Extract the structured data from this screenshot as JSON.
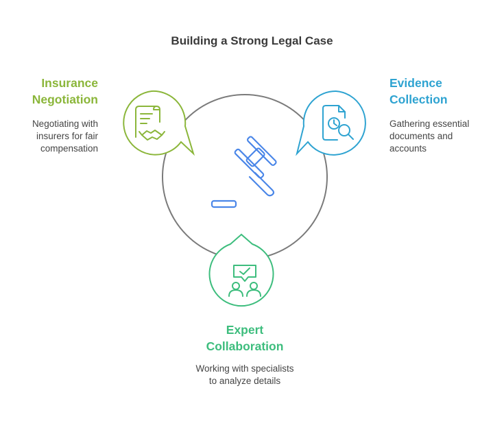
{
  "title": "Building a Strong Legal Case",
  "colors": {
    "insurance": "#8bb63a",
    "evidence": "#2ea3d1",
    "expert": "#3dbd7d",
    "gavel": "#4a86e8",
    "circle": "#7a7a7a",
    "text": "#444444"
  },
  "items": [
    {
      "title_line1": "Insurance",
      "title_line2": "Negotiation",
      "desc_line1": "Negotiating with",
      "desc_line2": "insurers for fair",
      "desc_line3": "compensation",
      "icon": "contract-handshake-icon"
    },
    {
      "title_line1": "Evidence",
      "title_line2": "Collection",
      "desc_line1": "Gathering essential",
      "desc_line2": "documents and",
      "desc_line3": "accounts",
      "icon": "document-search-icon"
    },
    {
      "title_line1": "Expert",
      "title_line2": "Collaboration",
      "desc_line1": "Working with specialists",
      "desc_line2": "to analyze details",
      "icon": "team-approval-icon"
    }
  ],
  "center_icon": "gavel-icon"
}
